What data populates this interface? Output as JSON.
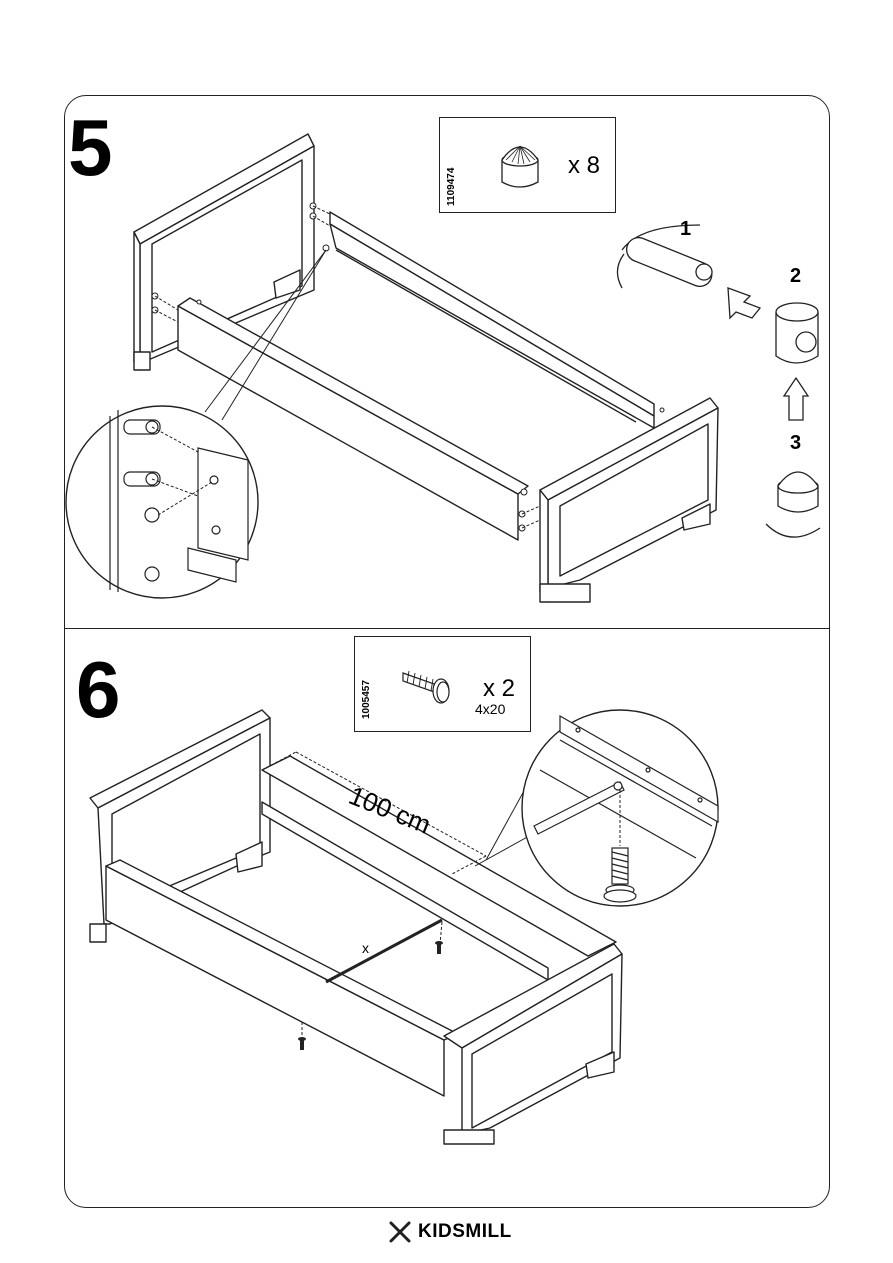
{
  "steps": [
    {
      "number": "5",
      "part_code": "1109474",
      "quantity": "x 8"
    },
    {
      "number": "6",
      "part_code": "1005457",
      "quantity": "x 2",
      "size": "4x20"
    }
  ],
  "step5_sequence": [
    "1",
    "2",
    "3"
  ],
  "dimension_label": "100 cm",
  "spacing_label": "x",
  "brand": {
    "name": "KIDSMILL"
  }
}
